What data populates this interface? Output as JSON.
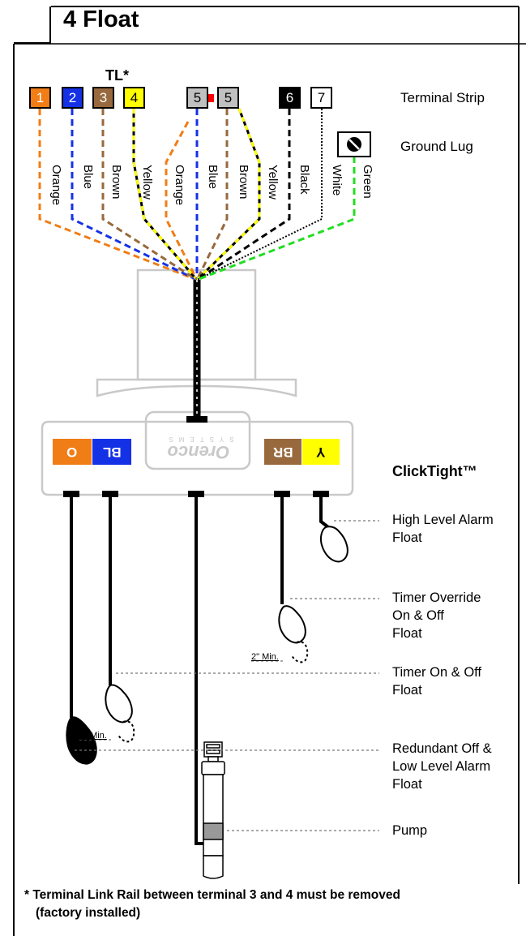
{
  "header": {
    "title": "4 Float"
  },
  "tl_label": "TL*",
  "terminals": [
    {
      "number": "1",
      "bg": "#f07d16",
      "fg": "#ffffff"
    },
    {
      "number": "2",
      "bg": "#1431e6",
      "fg": "#ffffff"
    },
    {
      "number": "3",
      "bg": "#98693d",
      "fg": "#ffffff"
    },
    {
      "number": "4",
      "bg": "#ffff00",
      "fg": "#000000"
    },
    {
      "number": "5",
      "bg": "#c0c0c0",
      "fg": "#000000"
    },
    {
      "number": "5",
      "bg": "#c0c0c0",
      "fg": "#000000"
    },
    {
      "number": "6",
      "bg": "#000000",
      "fg": "#ffffff"
    },
    {
      "number": "7",
      "bg": "#ffffff",
      "fg": "#000000"
    }
  ],
  "wire_labels": [
    "Orange",
    "Blue",
    "Brown",
    "Yellow",
    "Orange",
    "Blue",
    "Brown",
    "Yellow",
    "Black",
    "White",
    "Green"
  ],
  "labels": {
    "terminal_strip": "Terminal Strip",
    "ground_lug": "Ground Lug",
    "clicktight": "ClickTight™",
    "high_level": [
      "High Level Alarm",
      "Float"
    ],
    "timer_override": [
      "Timer Override",
      "On & Off",
      "Float"
    ],
    "timer_on_off": [
      "Timer On & Off",
      "Float"
    ],
    "redundant": [
      "Redundant Off &",
      "Low Level Alarm",
      "Float"
    ],
    "pump": "Pump",
    "min_1": "2\" Min.",
    "min_2": "2\" Min."
  },
  "connector_blocks": [
    {
      "label": "O",
      "bg": "#f07d16",
      "fg": "#ffffff"
    },
    {
      "label": "BL",
      "bg": "#1431e6",
      "fg": "#ffffff"
    },
    {
      "label": "BR",
      "bg": "#98693d",
      "fg": "#ffffff"
    },
    {
      "label": "Y",
      "bg": "#ffff00",
      "fg": "#000000"
    }
  ],
  "logo": {
    "name": "Orenco",
    "sub": "SYSTEMS"
  },
  "footnote": {
    "line1": "* Terminal Link Rail between terminal 3 and 4 must be removed",
    "line2": "(factory installed)"
  },
  "colors": {
    "orange": "#f07d16",
    "blue": "#1431e6",
    "brown": "#98693d",
    "yellow": "#ffff00",
    "black": "#000000",
    "green": "#22dd22",
    "gray": "#c9c9c9",
    "link_red": "#ff0000"
  }
}
